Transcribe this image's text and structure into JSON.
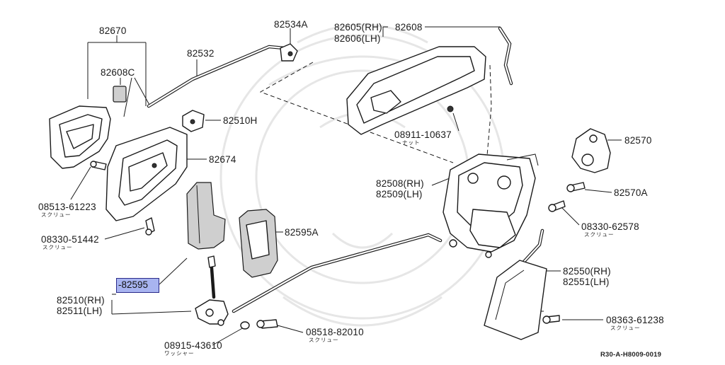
{
  "figure_code": "R30-A-H8009-0019",
  "highlighted_part": "-82595",
  "callouts": {
    "p82670": "82670",
    "p82534A": "82534A",
    "p82608": "82608",
    "p82605": "82605(RH)",
    "p82606": "82606(LH)",
    "p82532": "82532",
    "p82608C": "82608C",
    "p82510H": "82510H",
    "p08911": "08911-10637",
    "p08911_sub": "ナット",
    "p82570": "82570",
    "p82674": "82674",
    "p08513": "08513-61223",
    "p08513_sub": "スクリュー",
    "p82508": "82508(RH)",
    "p82509": "82509(LH)",
    "p82570A": "82570A",
    "p08330a": "08330-62578",
    "p08330a_sub": "スクリュー",
    "p08330b": "08330-51442",
    "p08330b_sub": "スクリュー",
    "p82595A": "82595A",
    "p82550": "82550(RH)",
    "p82551": "82551(LH)",
    "p82510": "82510(RH)",
    "p82511": "82511(LH)",
    "p08363": "08363-61238",
    "p08363_sub": "スクリュー",
    "p08518": "08518-82010",
    "p08518_sub": "スクリュー",
    "p08915": "08915-43610",
    "p08915_sub": "ワッシャー"
  }
}
